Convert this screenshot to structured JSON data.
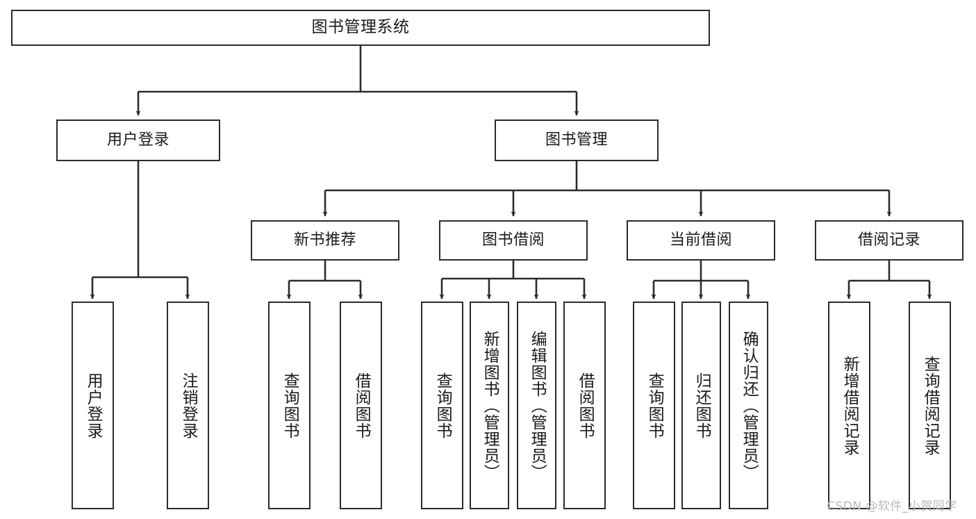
{
  "diagram": {
    "type": "tree",
    "title": "图书管理系统",
    "stroke_color": "#2b2b2b",
    "fill_color": "#ffffff",
    "text_color": "#1a1a1a",
    "nodes": {
      "root": {
        "label": "图书管理系统"
      },
      "level2": [
        {
          "id": "user-login",
          "label": "用户登录"
        },
        {
          "id": "book-manage",
          "label": "图书管理"
        }
      ],
      "level3": [
        {
          "id": "new-book-recommend",
          "label": "新书推荐"
        },
        {
          "id": "book-borrow",
          "label": "图书借阅"
        },
        {
          "id": "current-borrow",
          "label": "当前借阅"
        },
        {
          "id": "borrow-record",
          "label": "借阅记录"
        }
      ],
      "leaves": [
        {
          "id": "leaf-user-login",
          "label": "用户登录"
        },
        {
          "id": "leaf-user-logout",
          "label": "注销登录"
        },
        {
          "id": "leaf-query-book-1",
          "label": "查询图书"
        },
        {
          "id": "leaf-borrow-book-1",
          "label": "借阅图书"
        },
        {
          "id": "leaf-query-book-2",
          "label": "查询图书"
        },
        {
          "id": "leaf-add-book",
          "label": "新增图书（管理员）"
        },
        {
          "id": "leaf-edit-book",
          "label": "编辑图书（管理员）"
        },
        {
          "id": "leaf-borrow-book-2",
          "label": "借阅图书"
        },
        {
          "id": "leaf-query-book-3",
          "label": "查询图书"
        },
        {
          "id": "leaf-return-book",
          "label": "归还图书"
        },
        {
          "id": "leaf-confirm-return",
          "label": "确认归还（管理员）"
        },
        {
          "id": "leaf-add-record",
          "label": "新增借阅记录"
        },
        {
          "id": "leaf-query-record",
          "label": "查询借阅记录"
        }
      ]
    },
    "edges": [
      {
        "from": "root",
        "to": "user-login"
      },
      {
        "from": "root",
        "to": "book-manage"
      },
      {
        "from": "user-login",
        "to": "leaf-user-login"
      },
      {
        "from": "user-login",
        "to": "leaf-user-logout"
      },
      {
        "from": "book-manage",
        "to": "new-book-recommend"
      },
      {
        "from": "book-manage",
        "to": "book-borrow"
      },
      {
        "from": "book-manage",
        "to": "current-borrow"
      },
      {
        "from": "book-manage",
        "to": "borrow-record"
      },
      {
        "from": "new-book-recommend",
        "to": "leaf-query-book-1"
      },
      {
        "from": "new-book-recommend",
        "to": "leaf-borrow-book-1"
      },
      {
        "from": "book-borrow",
        "to": "leaf-query-book-2"
      },
      {
        "from": "book-borrow",
        "to": "leaf-add-book"
      },
      {
        "from": "book-borrow",
        "to": "leaf-edit-book"
      },
      {
        "from": "book-borrow",
        "to": "leaf-borrow-book-2"
      },
      {
        "from": "current-borrow",
        "to": "leaf-query-book-3"
      },
      {
        "from": "current-borrow",
        "to": "leaf-return-book"
      },
      {
        "from": "current-borrow",
        "to": "leaf-confirm-return"
      },
      {
        "from": "borrow-record",
        "to": "leaf-add-record"
      },
      {
        "from": "borrow-record",
        "to": "leaf-query-record"
      }
    ]
  },
  "watermark": {
    "text": "CSDN @软件_小贺同学"
  }
}
